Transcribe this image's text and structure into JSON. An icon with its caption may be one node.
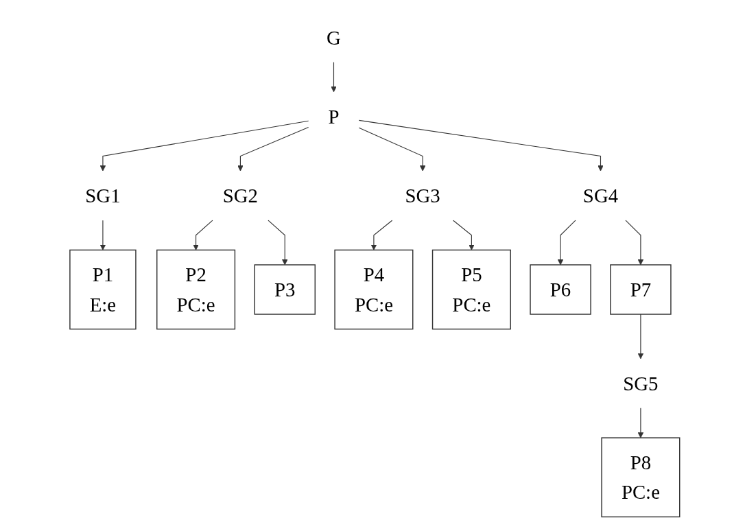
{
  "diagram": {
    "nodes": [
      {
        "text": [
          "G"
        ]
      },
      {
        "text": [
          "P"
        ]
      },
      {
        "text": [
          "SG1"
        ]
      },
      {
        "text": [
          "SG2"
        ]
      },
      {
        "text": [
          "SG3"
        ]
      },
      {
        "text": [
          "SG4"
        ]
      },
      {
        "text": [
          "P1",
          "E:e"
        ]
      },
      {
        "text": [
          "P2",
          "PC:e"
        ]
      },
      {
        "text": [
          "P3"
        ]
      },
      {
        "text": [
          "P4",
          "PC:e"
        ]
      },
      {
        "text": [
          "P5",
          "PC:e"
        ]
      },
      {
        "text": [
          "P6"
        ]
      },
      {
        "text": [
          "P7"
        ]
      },
      {
        "text": [
          "SG5"
        ]
      },
      {
        "text": [
          "P8",
          "PC:e"
        ]
      }
    ],
    "edges": [
      {
        "from": 0,
        "to": 1,
        "arrow": "to"
      },
      {
        "from": 1,
        "to": 2,
        "arrow": "to"
      },
      {
        "from": 1,
        "to": 3,
        "arrow": "to"
      },
      {
        "from": 1,
        "to": 4,
        "arrow": "to"
      },
      {
        "from": 1,
        "to": 5,
        "arrow": "to"
      },
      {
        "from": 2,
        "to": 6,
        "arrow": "to"
      },
      {
        "from": 3,
        "to": 7,
        "arrow": "to"
      },
      {
        "from": 3,
        "to": 8,
        "arrow": "to"
      },
      {
        "from": 4,
        "to": 9,
        "arrow": "to"
      },
      {
        "from": 4,
        "to": 10,
        "arrow": "to"
      },
      {
        "from": 5,
        "to": 11,
        "arrow": "to"
      },
      {
        "from": 5,
        "to": 12,
        "arrow": "to"
      },
      {
        "from": 12,
        "to": 13,
        "arrow": "to"
      },
      {
        "from": 13,
        "to": 14,
        "arrow": "to"
      }
    ]
  }
}
